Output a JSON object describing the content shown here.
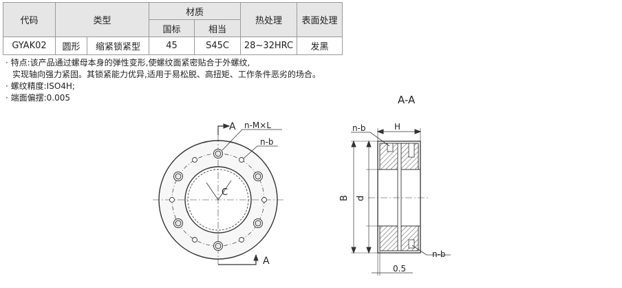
{
  "table": {
    "headers": {
      "code": "代码",
      "type": "类型",
      "material": "材质",
      "material_std": "国标",
      "material_eq": "相当",
      "heat": "热处理",
      "surface": "表面处理"
    },
    "row": {
      "code": "GYAK02",
      "shape": "圆形",
      "type": "缩紧锁紧型",
      "material_std": "45",
      "material_eq": "S45C",
      "heat": "28~32HRC",
      "surface": "发黑"
    }
  },
  "notes": {
    "line1": "· 特点:该产品通过螺母本身的弹性变形,使螺纹面紧密贴合于外螺纹,",
    "line2": "实现轴向强力紧固。其锁紧能力优异,适用于易松脱、高扭矩、工作条件恶劣的场合。",
    "line3": "· 螺纹精度:ISO4H;",
    "line4": "· 端面偏摆:0.005"
  },
  "drawing": {
    "section_title": "A-A",
    "front": {
      "label_a_top": "A",
      "label_a_bottom": "A",
      "label_nml": "n-M×L",
      "label_nb": "n-b",
      "label_c": "C"
    },
    "side": {
      "label_nb_top": "n-b",
      "label_h": "H",
      "label_b": "B",
      "label_d": "d",
      "label_nb_bottom": "n-b",
      "label_05": "0.5"
    }
  }
}
